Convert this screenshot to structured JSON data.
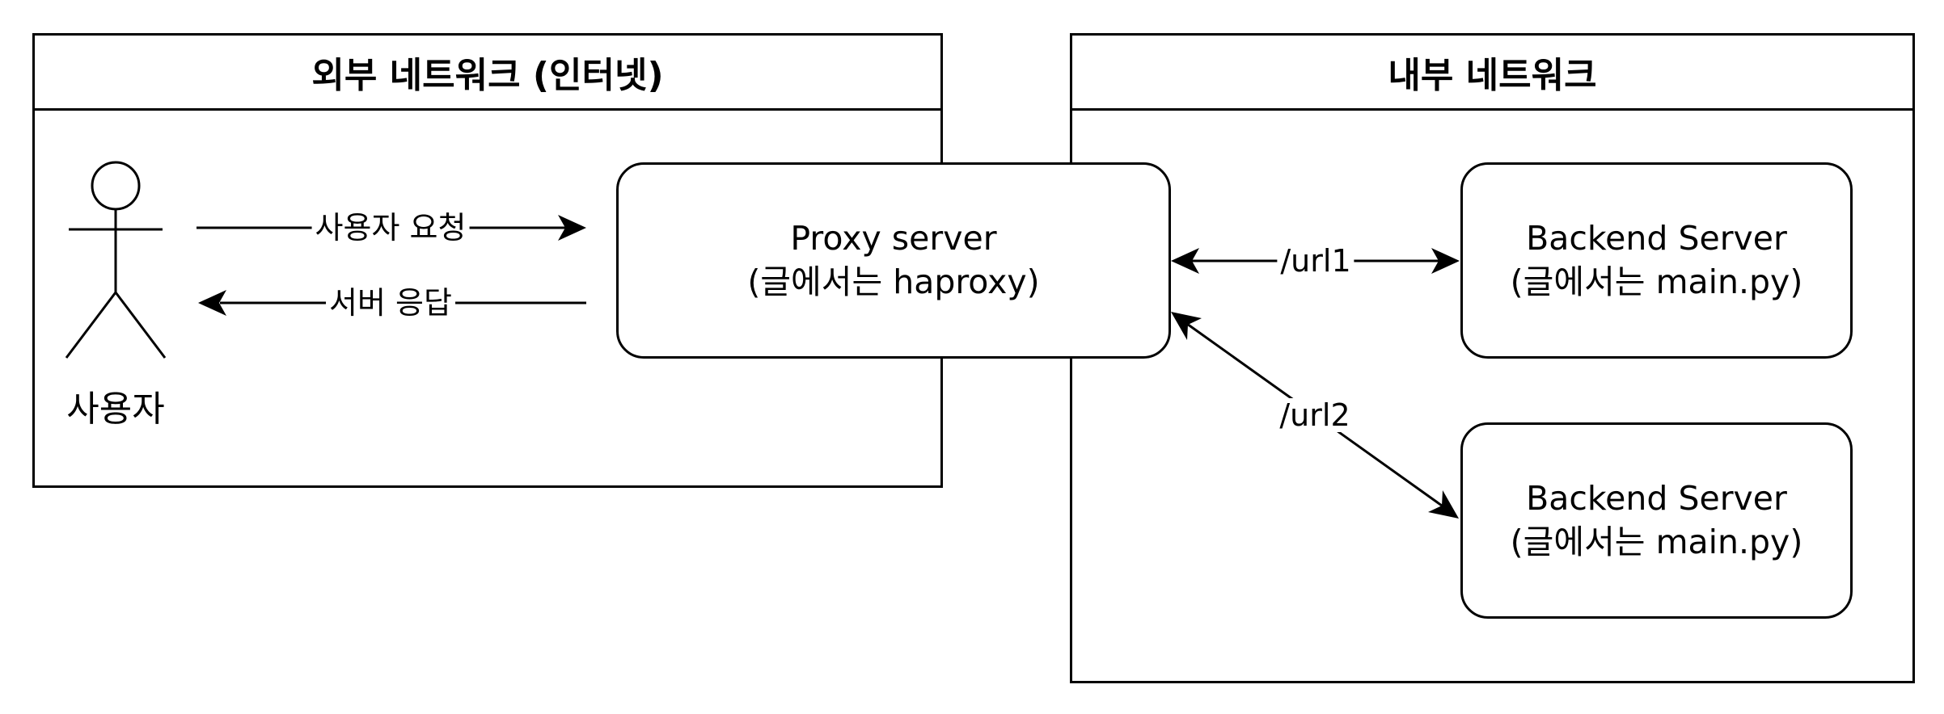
{
  "external_zone": {
    "title": "외부 네트워크 (인터넷)"
  },
  "internal_zone": {
    "title": "내부 네트워크"
  },
  "actor": {
    "label": "사용자"
  },
  "proxy": {
    "line1": "Proxy server",
    "line2": "(글에서는 haproxy)"
  },
  "backend1": {
    "line1": "Backend Server",
    "line2": "(글에서는 main.py)"
  },
  "backend2": {
    "line1": "Backend Server",
    "line2": "(글에서는 main.py)"
  },
  "edges": {
    "request": "사용자 요청",
    "response": "서버 응답",
    "url1": "/url1",
    "url2": "/url2"
  }
}
